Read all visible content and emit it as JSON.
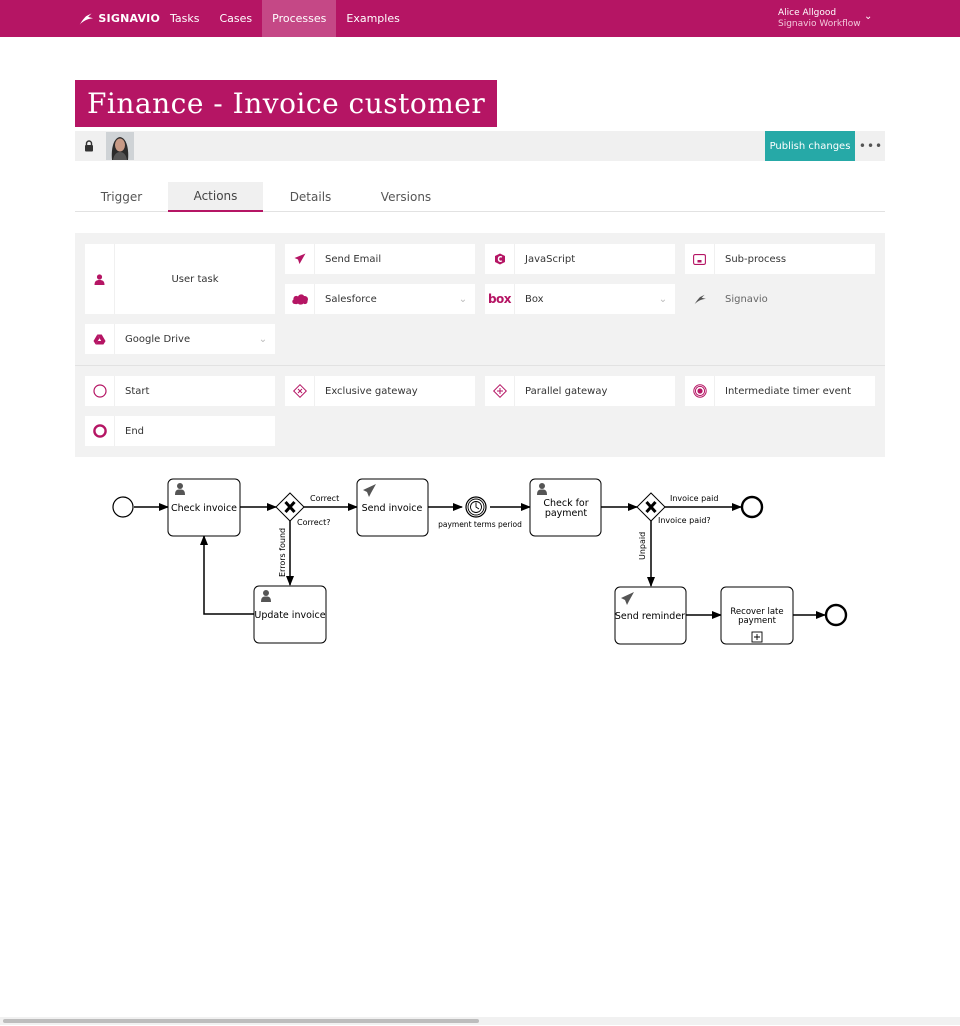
{
  "nav": {
    "brand": "SIGNAVIO",
    "items": [
      {
        "label": "Tasks",
        "active": false
      },
      {
        "label": "Cases",
        "active": false
      },
      {
        "label": "Processes",
        "active": true
      },
      {
        "label": "Examples",
        "active": false
      }
    ],
    "user_name": "Alice Allgood",
    "user_org": "Signavio Workflow"
  },
  "process": {
    "title": "Finance - Invoice customer",
    "publish_label": "Publish changes",
    "more_label": "•••"
  },
  "tabs": [
    {
      "label": "Trigger",
      "active": false
    },
    {
      "label": "Actions",
      "active": true
    },
    {
      "label": "Details",
      "active": false
    },
    {
      "label": "Versions",
      "active": false
    }
  ],
  "actions": {
    "user_task": "User task",
    "send_email": "Send Email",
    "javascript": "JavaScript",
    "sub_process": "Sub-process",
    "salesforce": "Salesforce",
    "box": "Box",
    "box_logo": "box",
    "signavio": "Signavio",
    "google_drive": "Google Drive"
  },
  "events": {
    "start": "Start",
    "exclusive_gateway": "Exclusive gateway",
    "parallel_gateway": "Parallel gateway",
    "intermediate_timer": "Intermediate timer event",
    "end": "End"
  },
  "diagram": {
    "check_invoice": "Check invoice",
    "correct_q": "Correct?",
    "correct": "Correct",
    "errors_found": "Errors found",
    "update_invoice": "Update invoice",
    "send_invoice": "Send invoice",
    "payment_terms_period": "payment terms period",
    "check_for": "Check for",
    "payment": "payment",
    "invoice_paid": "Invoice paid",
    "invoice_paid_q": "Invoice paid?",
    "unpaid": "Unpaid",
    "send_reminder": "Send reminder",
    "recover_late": "Recover late",
    "recover_payment": "payment"
  },
  "colors": {
    "brand": "#b51564",
    "publish": "#26a9a7"
  }
}
